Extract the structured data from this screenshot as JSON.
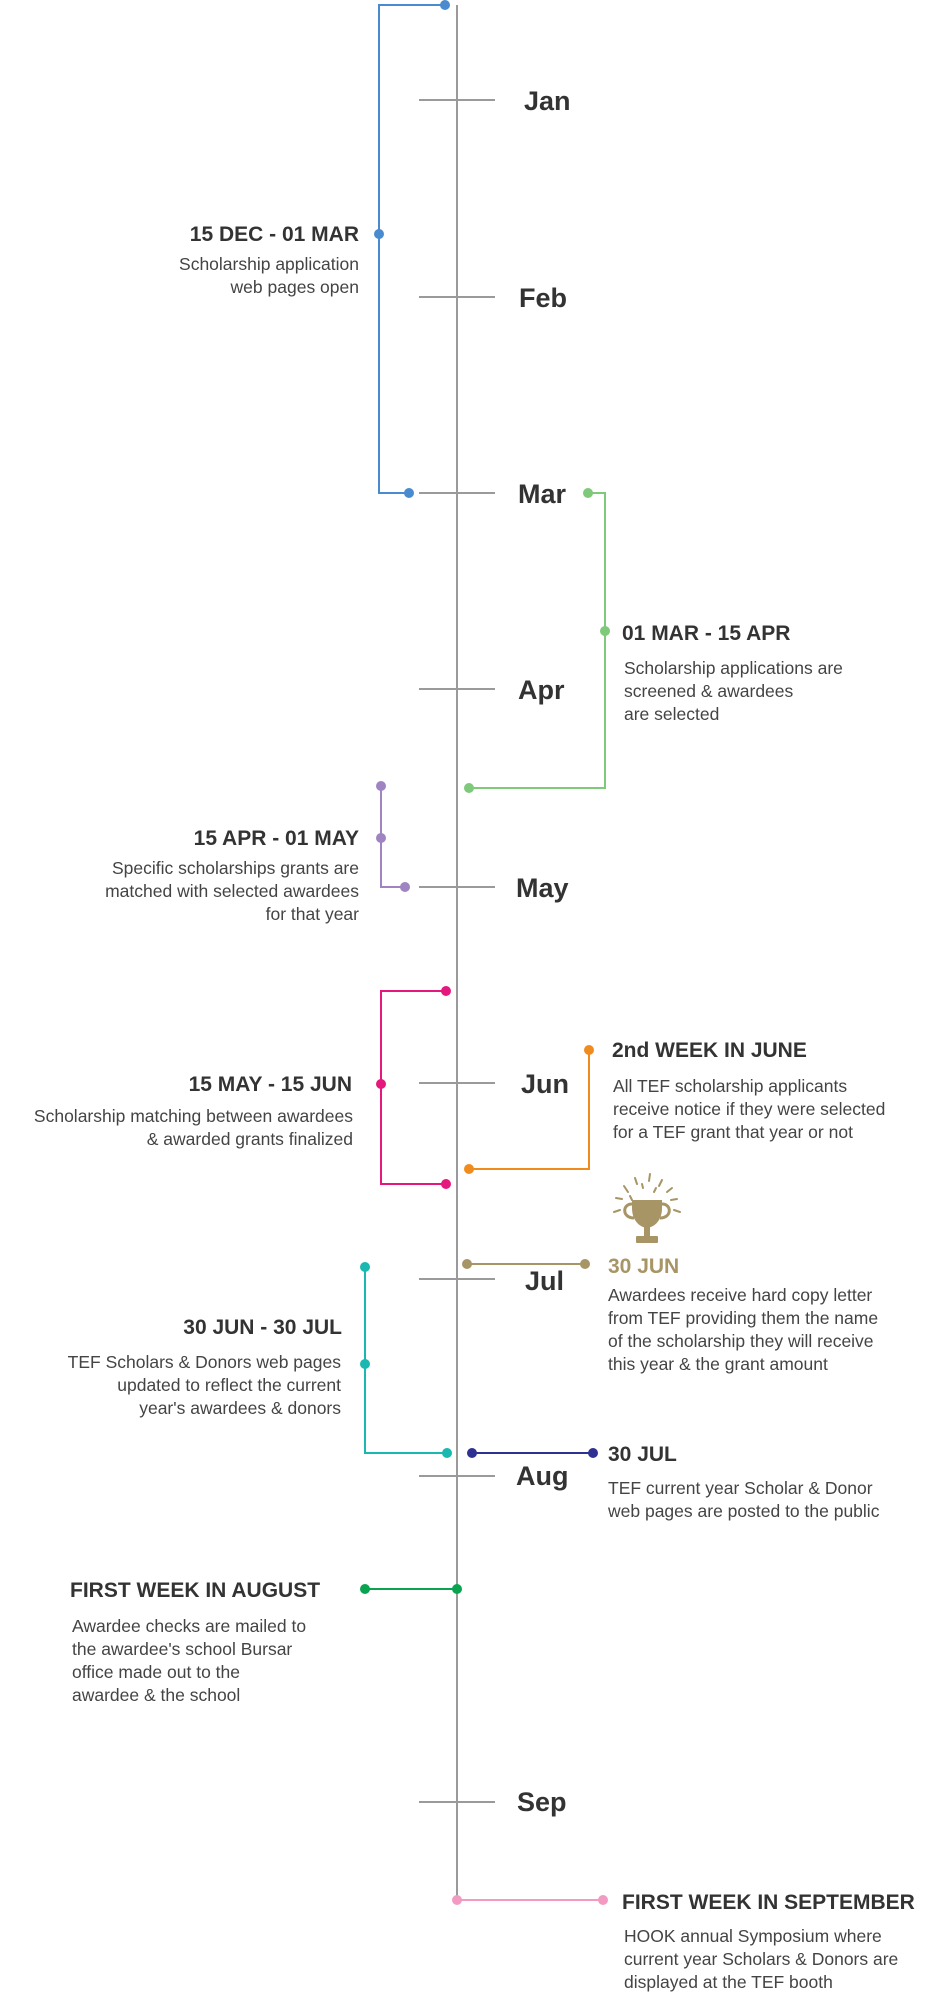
{
  "months": [
    "Jan",
    "Feb",
    "Mar",
    "Apr",
    "May",
    "Jun",
    "Jul",
    "Aug",
    "Sep"
  ],
  "events": [
    {
      "id": "application-open",
      "title": "15 DEC - 01 MAR",
      "description": [
        "Scholarship application",
        "web pages open"
      ],
      "color": "#4a8bd0"
    },
    {
      "id": "screening",
      "title": "01 MAR - 15 APR",
      "description": [
        "Scholarship applications are",
        "screened & awardees",
        "are selected"
      ],
      "color": "#7ec97a"
    },
    {
      "id": "matching",
      "title": "15 APR - 01 MAY",
      "description": [
        "Specific scholarships grants are",
        "matched with selected awardees",
        "for that year"
      ],
      "color": "#a084c2"
    },
    {
      "id": "finalized",
      "title": "15 MAY - 15 JUN",
      "description": [
        "Scholarship matching between awardees",
        "& awarded grants finalized"
      ],
      "color": "#e5197d"
    },
    {
      "id": "notice",
      "title": "2nd WEEK IN JUNE",
      "description": [
        "All TEF scholarship applicants",
        "receive notice if they were selected",
        "for a TEF grant that year or not"
      ],
      "color": "#f08c1e"
    },
    {
      "id": "hard-copy",
      "title": "30 JUN",
      "description": [
        "Awardees receive hard copy letter",
        "from TEF providing them the name",
        "of the scholarship they will receive",
        "this year & the grant amount"
      ],
      "color": "#a89566"
    },
    {
      "id": "web-update",
      "title": "30 JUN - 30 JUL",
      "description": [
        "TEF Scholars & Donors web pages",
        "updated to reflect the current",
        "year's awardees & donors"
      ],
      "color": "#1ab8b0"
    },
    {
      "id": "posted",
      "title": "30 JUL",
      "description": [
        "TEF current year Scholar & Donor",
        "web pages are posted to the public"
      ],
      "color": "#2e3192"
    },
    {
      "id": "checks",
      "title": "FIRST WEEK IN AUGUST",
      "description": [
        "Awardee checks are mailed to",
        "the awardee's school Bursar",
        "office made out to the",
        "awardee & the school"
      ],
      "color": "#0aa350"
    },
    {
      "id": "symposium",
      "title": "FIRST WEEK IN SEPTEMBER",
      "description": [
        "HOOK annual Symposium where",
        "current year Scholars & Donors are",
        "displayed at the TEF booth"
      ],
      "color": "#f29ac2"
    }
  ],
  "colors": {
    "axis": "#9a9a9a",
    "text": "#333333",
    "trophy": "#a89566"
  },
  "icons": {
    "trophy": "trophy-icon"
  }
}
